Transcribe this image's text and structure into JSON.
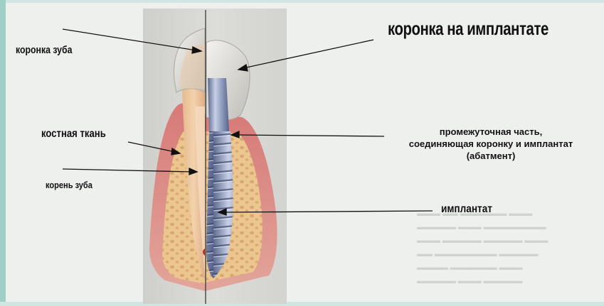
{
  "labels": {
    "crown_tooth": "коронка зуба",
    "bone_tissue": "костная ткань",
    "tooth_root": "корень зуба",
    "crown_on_implant": "коронка на имплантате",
    "abutment_line1": "промежуточная часть,",
    "abutment_line2": "соединяющая коронку и имплантат",
    "abutment_line3": "(абатмент)",
    "implant": "имплантат"
  },
  "colors": {
    "background": "#eef0ee",
    "panel": "#d6d7d4",
    "gum": "#d98b88",
    "bone": "#e9c58c",
    "enamel": "#eceae4",
    "implant_metal": "#8f9cbd",
    "arrow": "#111111"
  }
}
